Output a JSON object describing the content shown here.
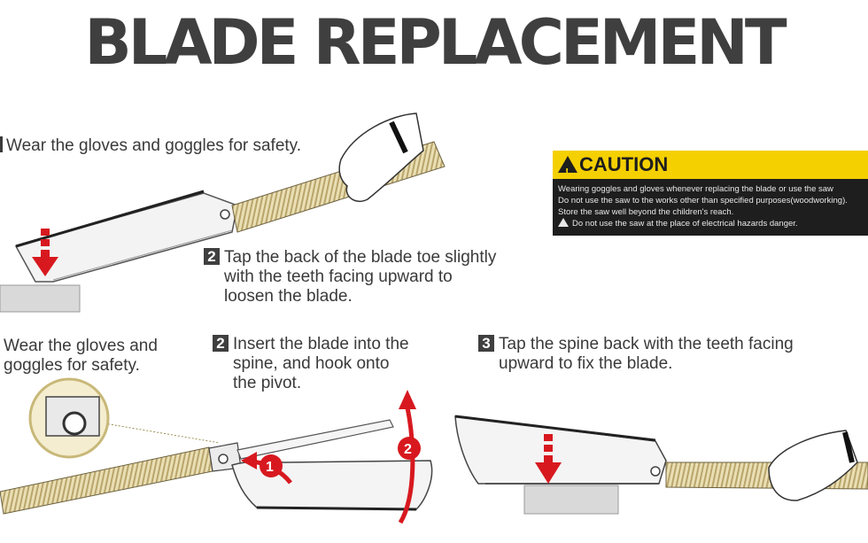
{
  "title": "BLADE REPLACEMENT",
  "removal": {
    "step1": "Wear the gloves and goggles for safety.",
    "step2_number": "2",
    "step2_lines": [
      "Tap the back of the blade toe slightly",
      "with the teeth facing upward to",
      "loosen the blade."
    ]
  },
  "installation": {
    "step1_lines": [
      "Wear the gloves and",
      "goggles for safety."
    ],
    "step2_number": "2",
    "step2_lines": [
      "Insert the blade into the",
      "spine, and hook onto",
      "the pivot."
    ],
    "step3_number": "3",
    "step3_lines": [
      "Tap the spine back with the teeth facing",
      "upward to fix the blade."
    ],
    "callout_1": "1",
    "callout_2": "2"
  },
  "caution": {
    "heading": "CAUTION",
    "lines": [
      "Wearing goggles and gloves whenever replacing the blade or use the saw",
      "Do not use the saw to the works other than specified purposes(woodworking).",
      "Store the saw well beyond the children's reach.",
      "Do not use the saw at the place of electrical hazards danger."
    ],
    "heading_color": "#f5d000",
    "body_color": "#1e1e1e"
  },
  "colors": {
    "arrow_red": "#d7191f",
    "handle": "#e8dcb0",
    "text": "#3a3a3a"
  },
  "icons": [
    "warning-triangle-icon",
    "hand-glove-icon",
    "down-arrow-icon",
    "curved-arrow-icon",
    "magnifier-detail-icon"
  ]
}
